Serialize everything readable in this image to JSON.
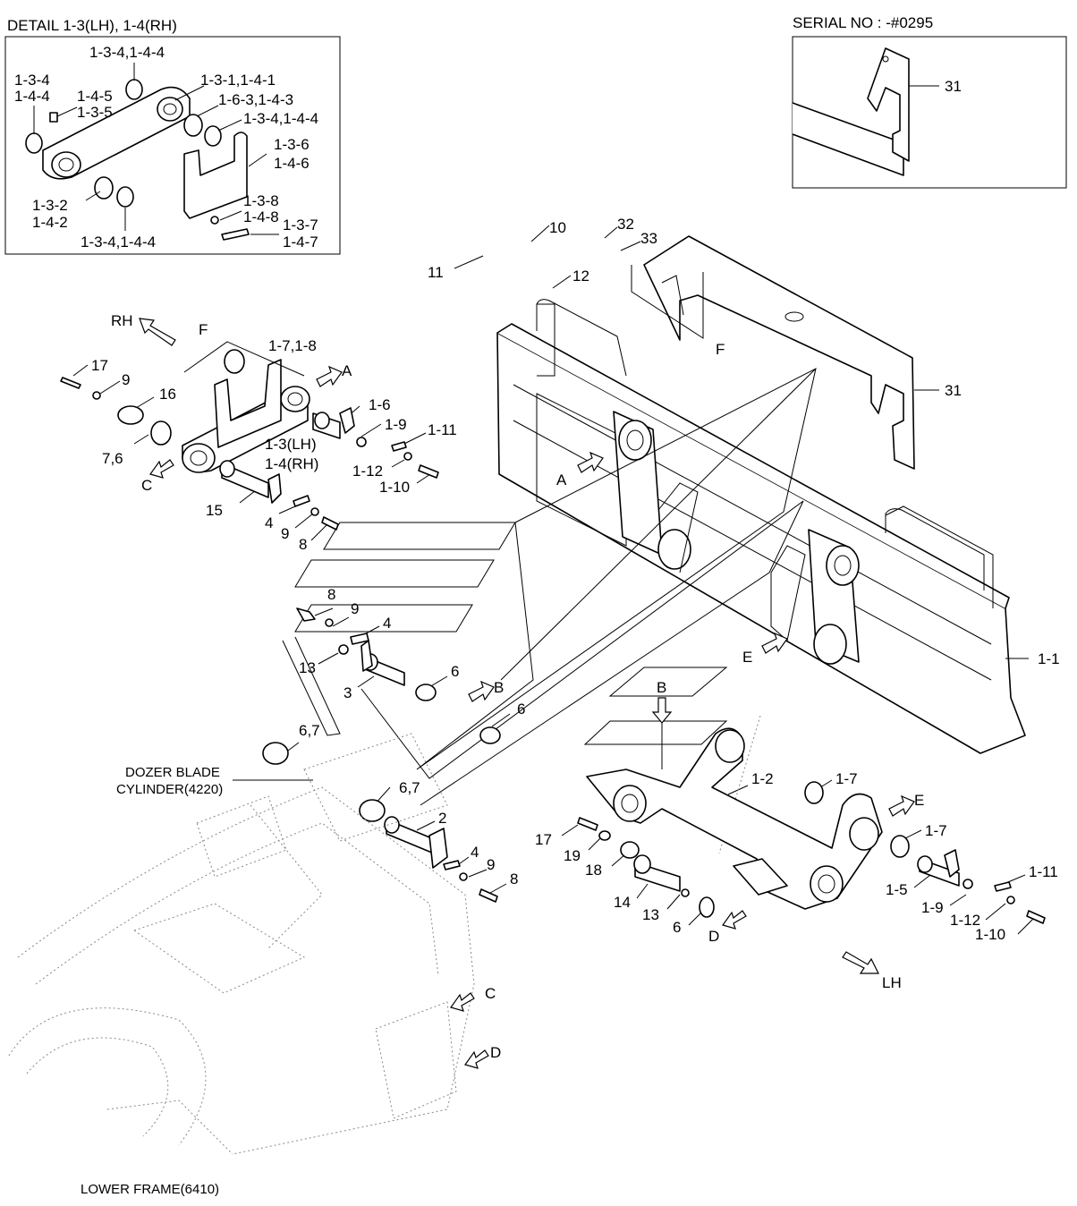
{
  "detail_box": {
    "title": "DETAIL 1-3(LH), 1-4(RH)",
    "labels": [
      "1-3-4,1-4-4",
      "1-3-4",
      "1-4-4",
      "1-4-5",
      "1-3-5",
      "1-3-1,1-4-1",
      "1-6-3,1-4-3",
      "1-3-4,1-4-4",
      "1-3-6",
      "1-4-6",
      "1-3-2",
      "1-4-2",
      "1-3-8",
      "1-4-8",
      "1-3-7",
      "1-4-7",
      "1-3-4,1-4-4"
    ]
  },
  "serial_box": {
    "title": "SERIAL NO : -#0295",
    "label": "31"
  },
  "main_labels": {
    "l10": "10",
    "l11": "11",
    "l12": "12",
    "l32": "32",
    "l33": "33",
    "lF1": "F",
    "l31": "31",
    "lRH": "RH",
    "lF2": "F",
    "l17a": "17",
    "l178": "1-7,1-8",
    "lA1": "A",
    "l9a": "9",
    "l16": "16",
    "l16b": "1-6",
    "l19a": "1-9",
    "l111a": "1-11",
    "l76": "7,6",
    "l13lh": "1-3(LH)",
    "l14rh": "1-4(RH)",
    "l112a": "1-12",
    "l110a": "1-10",
    "lC1": "C",
    "l15": "15",
    "l4a": "4",
    "l9b": "9",
    "l8a": "8",
    "lA2": "A",
    "l8b": "8",
    "l9c": "9",
    "l4b": "4",
    "l13a": "13",
    "l3": "3",
    "l6a": "6",
    "lB1": "B",
    "l6b": "6",
    "l67a": "6,7",
    "lDozer1": "DOZER BLADE",
    "lDozer2": "CYLINDER(4220)",
    "l67b": "6,7",
    "l2": "2",
    "l4c": "4",
    "l9d": "9",
    "l8c": "8",
    "lB2": "B",
    "l12b": "1-2",
    "l17b": "1-7",
    "lE1": "E",
    "lE2": "E",
    "l11b": "1-1",
    "l17c": "17",
    "l19b": "19",
    "l18": "18",
    "l14": "14",
    "l13b": "13",
    "l6c": "6",
    "lD1": "D",
    "l17d": "1-7",
    "l15b": "1-5",
    "l19c": "1-9",
    "l111b": "1-11",
    "l112b": "1-12",
    "l110b": "1-10",
    "lLH": "LH",
    "lC2": "C",
    "lD2": "D",
    "lLower": "LOWER FRAME(6410)"
  }
}
